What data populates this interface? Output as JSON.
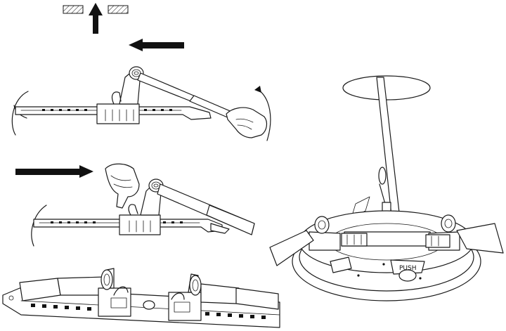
{
  "figure": {
    "panels": [
      {
        "id": "step-1",
        "description_arrow": "left",
        "gesture": "lift"
      },
      {
        "id": "step-2",
        "description_arrow": "right",
        "gesture": "press"
      },
      {
        "id": "step-3"
      },
      {
        "id": "step-4"
      }
    ],
    "label_text": "PUSH",
    "colors": {
      "line": "#1a1a1a",
      "fill": "#ffffff",
      "arrow": "#111111",
      "shade": "#8a8a8a"
    }
  }
}
